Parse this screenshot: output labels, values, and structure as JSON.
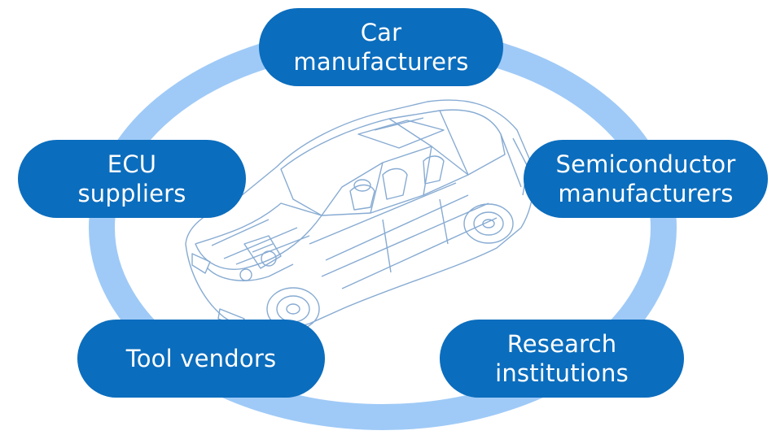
{
  "colors": {
    "ring": "#9fcaf7",
    "pill": "#0b6dbd",
    "pill_text": "#ffffff",
    "car_line": "#5f8fc4"
  },
  "center_image": "car-wireframe",
  "stakeholders": {
    "car_manufacturers": {
      "line1": "Car",
      "line2": "manufacturers"
    },
    "ecu_suppliers": {
      "line1": "ECU",
      "line2": "suppliers"
    },
    "semiconductor_manufacturers": {
      "line1": "Semiconductor",
      "line2": "manufacturers"
    },
    "tool_vendors": {
      "line1": "Tool vendors"
    },
    "research_institutions": {
      "line1": "Research",
      "line2": "institutions"
    }
  }
}
